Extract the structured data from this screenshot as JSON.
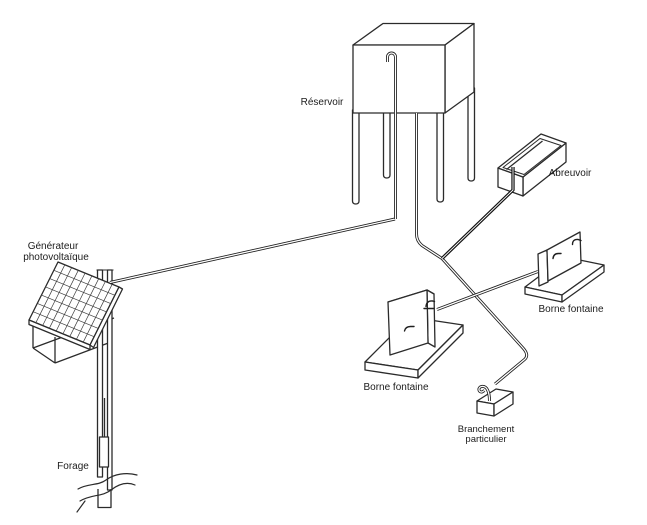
{
  "diagram": {
    "labels": {
      "reservoir": "Réservoir",
      "abreuvoir": "Abreuvoir",
      "borne_fontaine_left": "Borne fontaine",
      "borne_fontaine_right": "Borne fontaine",
      "branchement_line1": "Branchement",
      "branchement_line2": "particulier",
      "generateur_line1": "Générateur",
      "generateur_line2": "photovoltaïque",
      "forage": "Forage"
    },
    "colors": {
      "background": "#ffffff",
      "line": "#2b2b2b",
      "text": "#1c1c1c"
    }
  }
}
